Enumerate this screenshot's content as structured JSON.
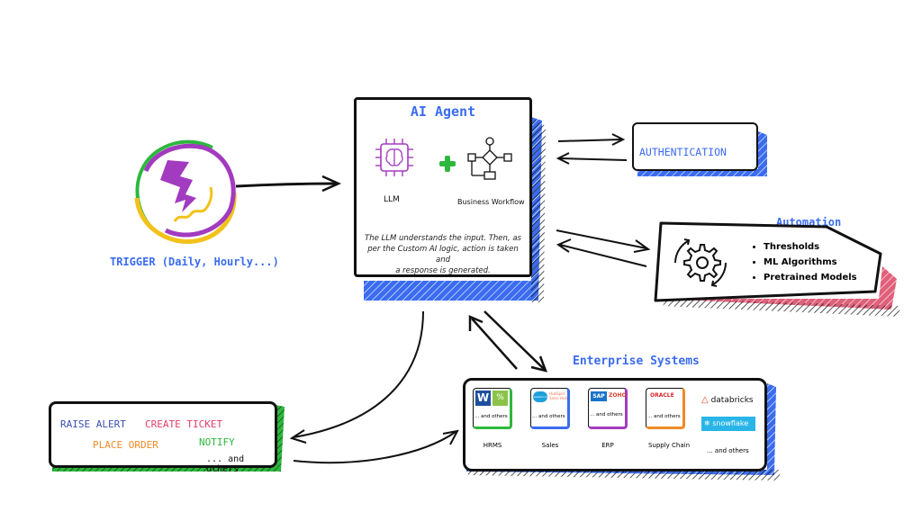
{
  "trigger": {
    "label": "TRIGGER (Daily, Hourly...)"
  },
  "agent": {
    "title": "AI Agent",
    "llm_label": "LLM",
    "workflow_label": "Business Workflow",
    "description_line1": "The LLM understands the input. Then, as",
    "description_line2": "per the Custom AI logic, action is taken and",
    "description_line3": "a response is generated."
  },
  "authentication": {
    "label": "AUTHENTICATION"
  },
  "automation": {
    "title": "Automation",
    "items": [
      "Thresholds",
      "ML Algorithms",
      "Pretrained Models"
    ]
  },
  "enterprise": {
    "title": "Enterprise Systems",
    "groups": [
      {
        "label": "HRMS",
        "others": "... and others"
      },
      {
        "label": "Sales",
        "others": "... and others"
      },
      {
        "label": "ERP",
        "others": "... and others"
      },
      {
        "label": "Supply Chain",
        "others": "... and others"
      }
    ],
    "others": "... and others",
    "logos": {
      "databricks": "databricks",
      "snowflake": "snowflake",
      "oracle": "ORACLE",
      "sap": "SAP",
      "hubspot": "HubSpot Sales Hub",
      "salesforce": "salesforce",
      "zoho": "ZOHO"
    }
  },
  "actions": {
    "raise_alert": "RAISE ALERT",
    "create_ticket": "CREATE TICKET",
    "place_order": "PLACE ORDER",
    "notify": "NOTIFY",
    "others": "... and others"
  },
  "colors": {
    "blue": "#3b6cf0",
    "purple": "#a23bbf",
    "green": "#2db83d",
    "yellow": "#f2c21b",
    "red": "#e0406a",
    "orange": "#f08a24",
    "pink": "#d9536a"
  }
}
